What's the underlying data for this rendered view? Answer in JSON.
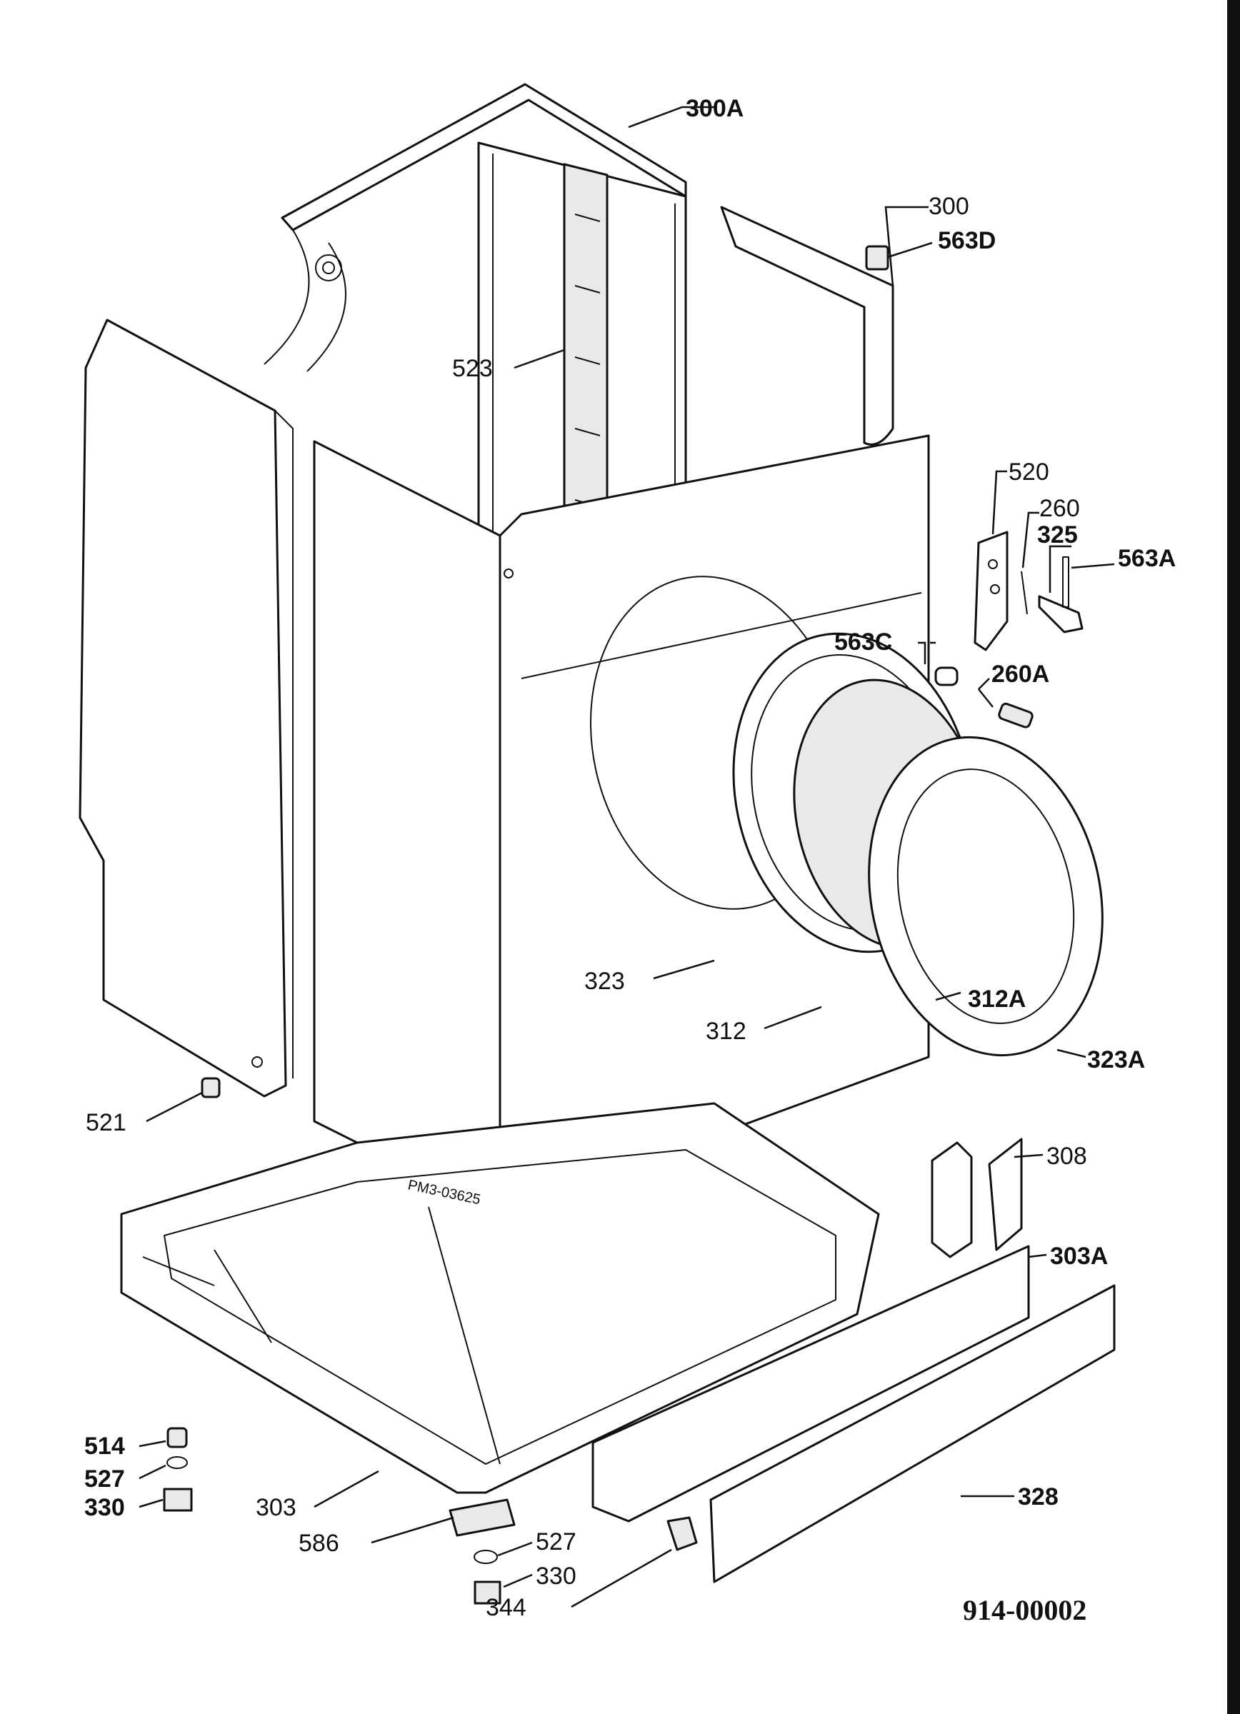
{
  "labels": {
    "l300A": "300A",
    "l300": "300",
    "l563D": "563D",
    "l523": "523",
    "l520": "520",
    "l260": "260",
    "l325": "325",
    "l563A": "563A",
    "l563C": "563C",
    "l260A": "260A",
    "l323": "323",
    "l312A": "312A",
    "l312": "312",
    "l323A": "323A",
    "l521": "521",
    "l308": "308",
    "l303A": "303A",
    "l514": "514",
    "l527a": "527",
    "l330a": "330",
    "l303": "303",
    "l328": "328",
    "l586": "586",
    "l527b": "527",
    "l330b": "330",
    "l344": "344"
  },
  "stamp_text": "PM3-03625",
  "document_number": "914-00002",
  "colors": {
    "ink": "#111111",
    "background": "#ffffff"
  }
}
